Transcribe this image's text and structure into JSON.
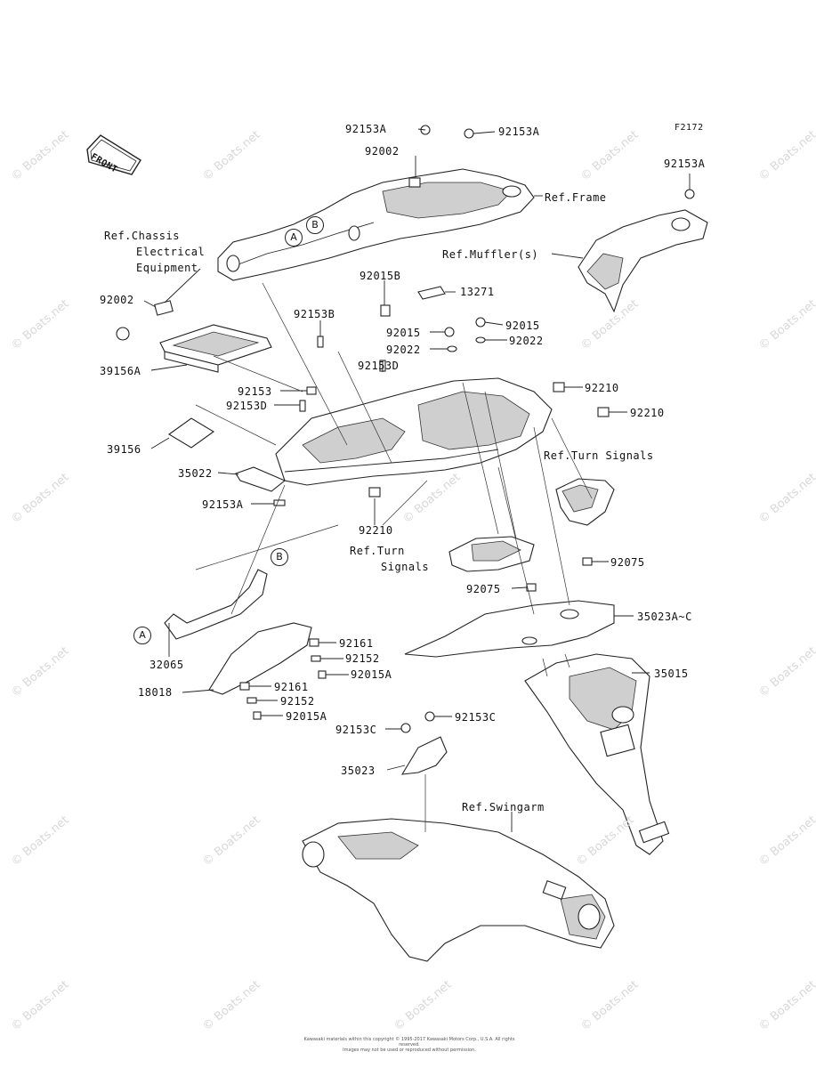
{
  "figure_code": "F2172",
  "front_label": "FRONT",
  "watermark_text": "© Boats.net",
  "tags": [
    "A",
    "B"
  ],
  "labels": {
    "l1": "92153A",
    "l2": "92153A",
    "l3": "92153A",
    "l4": "92002",
    "l5": "Ref.Frame",
    "l6": "Ref.Chassis",
    "l7": "Electrical",
    "l8": "Equipment",
    "l9": "Ref.Muffler(s)",
    "l10": "92002",
    "l11": "92015B",
    "l12": "13271",
    "l13": "92153B",
    "l14": "92015",
    "l15": "92015",
    "l16": "92022",
    "l17": "92022",
    "l18": "39156A",
    "l19": "92153D",
    "l20": "92153",
    "l21": "92210",
    "l22": "92153D",
    "l23": "92210",
    "l24": "39156",
    "l25": "Ref.Turn Signals",
    "l26": "35022",
    "l27": "92153A",
    "l28": "92210",
    "l29": "Ref.Turn",
    "l30": "Signals",
    "l31": "92075",
    "l32": "92075",
    "l33": "35023A~C",
    "l34": "92161",
    "l35": "92152",
    "l36": "92015A",
    "l37": "32065",
    "l38": "35015",
    "l39": "18018",
    "l40": "92161",
    "l41": "92152",
    "l42": "92015A",
    "l43": "92153C",
    "l44": "92153C",
    "l45": "35023",
    "l46": "Ref.Swingarm"
  },
  "footer_lines": [
    "Kawasaki materials within this copyright © 1995-2017 Kawasaki Motors Corp., U.S.A. All rights reserved.",
    "Images may not be used or reproduced without permission."
  ]
}
